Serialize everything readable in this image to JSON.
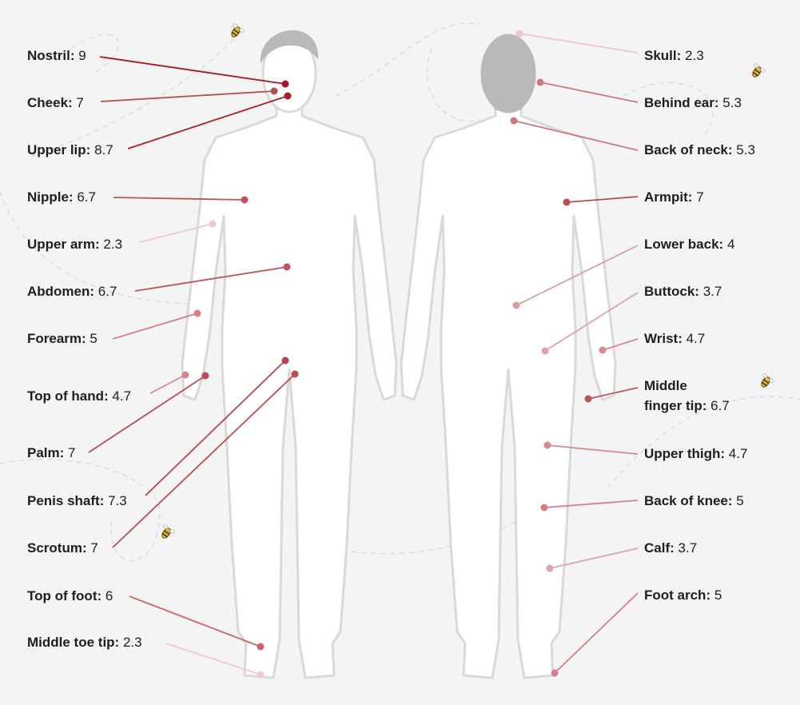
{
  "colors": {
    "low": "#ecc9cd",
    "high": "#a8161e",
    "background": "#f4f4f4",
    "body_fill": "#ffffff",
    "body_stroke": "#d9d9d9",
    "hair": "#b9b9b9"
  },
  "value_range": [
    2.3,
    9
  ],
  "front": [
    {
      "label": "Nostril:",
      "value": "9"
    },
    {
      "label": "Cheek:",
      "value": "7"
    },
    {
      "label": "Upper lip:",
      "value": "8.7"
    },
    {
      "label": "Nipple:",
      "value": "6.7"
    },
    {
      "label": "Upper arm:",
      "value": "2.3"
    },
    {
      "label": "Abdomen:",
      "value": "6.7"
    },
    {
      "label": "Forearm:",
      "value": "5"
    },
    {
      "label": "Top of hand:",
      "value": "4.7"
    },
    {
      "label": "Palm:",
      "value": "7"
    },
    {
      "label": "Penis shaft:",
      "value": "7.3"
    },
    {
      "label": "Scrotum:",
      "value": "7"
    },
    {
      "label": "Top of foot:",
      "value": "6"
    },
    {
      "label": "Middle toe tip:",
      "value": "2.3"
    }
  ],
  "back": [
    {
      "label": "Skull:",
      "value": "2.3"
    },
    {
      "label": "Behind ear:",
      "value": "5.3"
    },
    {
      "label": "Back of neck:",
      "value": "5.3"
    },
    {
      "label": "Armpit:",
      "value": "7"
    },
    {
      "label": "Lower back:",
      "value": "4"
    },
    {
      "label": "Buttock:",
      "value": "3.7"
    },
    {
      "label": "Wrist:",
      "value": "4.7"
    },
    {
      "label": "Middle",
      "label2": "finger tip:",
      "value": "6.7"
    },
    {
      "label": "Upper thigh:",
      "value": "4.7"
    },
    {
      "label": "Back of knee:",
      "value": "5"
    },
    {
      "label": "Calf:",
      "value": "3.7"
    },
    {
      "label": "Foot arch:",
      "value": "5"
    }
  ]
}
